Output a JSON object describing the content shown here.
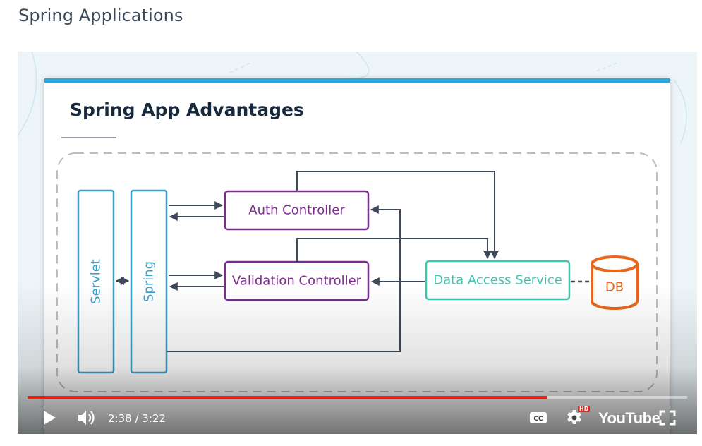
{
  "page": {
    "title": "Spring Applications"
  },
  "slide": {
    "title": "Spring App Advantages",
    "diagram": {
      "servlet_label": "Servlet",
      "spring_label": "Spring",
      "auth_controller_label": "Auth Controller",
      "validation_controller_label": "Validation Controller",
      "data_access_label": "Data Access Service",
      "db_label": "DB"
    }
  },
  "player": {
    "current_time": "2:38",
    "separator": " / ",
    "duration": "3:22",
    "progress": 0.788,
    "brand": "YouTube",
    "hd_badge": "HD",
    "icons": [
      "play-icon",
      "volume-icon",
      "captions-icon",
      "settings-icon",
      "fullscreen-icon"
    ]
  },
  "colors": {
    "progress": "#e62117",
    "slide_accent": "#2aa7db",
    "servlet_spring": "#3aa0c8",
    "controller": "#7b2d8e",
    "data_access": "#3cc7b4",
    "db": "#e8661c",
    "arrow": "#3e4a5a"
  }
}
